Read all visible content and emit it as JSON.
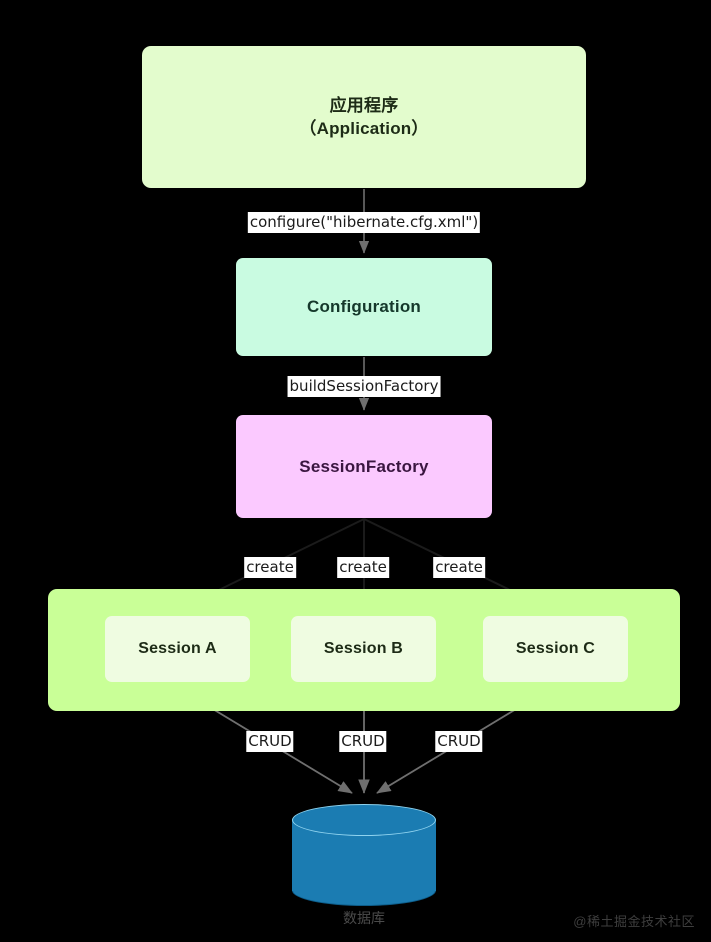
{
  "diagram": {
    "title_cn": "应用程序",
    "background": "#000000"
  },
  "nodes": {
    "application": {
      "label_cn": "应用程序",
      "label_en": "（Application）",
      "color": "#e3fccd"
    },
    "configuration": {
      "label": "Configuration",
      "color": "#c9fbe1"
    },
    "session_factory": {
      "label": "SessionFactory",
      "color": "#fbc9ff"
    },
    "session_group": {
      "color": "#c9ff97",
      "sessions": [
        {
          "label": "Session A",
          "color": "#effce1"
        },
        {
          "label": "Session B",
          "color": "#effce1"
        },
        {
          "label": "Session C",
          "color": "#effce1"
        }
      ]
    },
    "database": {
      "label": "数据库",
      "color": "#1b7cb2",
      "rim_color": "#8fd3ef"
    }
  },
  "edges": [
    {
      "id": "app-to-config",
      "label": "configure(\"hibernate.cfg.xml\")"
    },
    {
      "id": "config-to-sf",
      "label": "buildSessionFactory"
    },
    {
      "id": "sf-to-session-a",
      "label": "create"
    },
    {
      "id": "sf-to-session-b",
      "label": "create"
    },
    {
      "id": "sf-to-session-c",
      "label": "create"
    },
    {
      "id": "session-a-to-db",
      "label": "CRUD"
    },
    {
      "id": "session-b-to-db",
      "label": "CRUD"
    },
    {
      "id": "session-c-to-db",
      "label": "CRUD"
    }
  ],
  "watermark": "@稀土掘金技术社区"
}
